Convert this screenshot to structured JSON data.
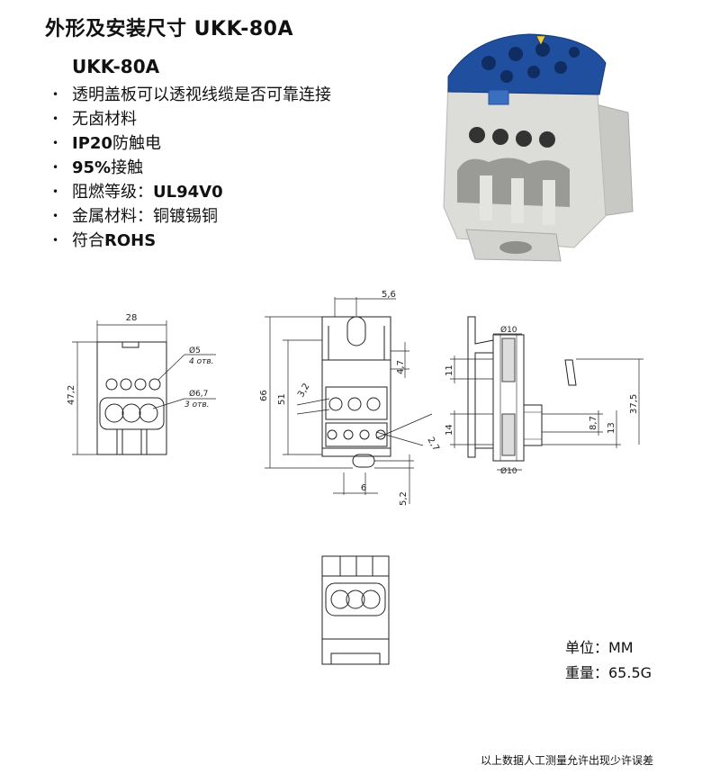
{
  "header": {
    "title": "外形及安装尺寸 UKK-80A"
  },
  "product": {
    "model": "UKK-80A",
    "features": [
      {
        "bold": "",
        "text": "透明盖板可以透视线缆是否可靠连接"
      },
      {
        "bold": "",
        "text": "无卤材料"
      },
      {
        "bold": "IP20",
        "text": "防触电"
      },
      {
        "bold": "95%",
        "text": "接触"
      },
      {
        "bold": "",
        "text": "阻燃等级：",
        "bold_after": "UL94V0"
      },
      {
        "bold": "",
        "text": "金属材料：铜镀锡铜"
      },
      {
        "bold": "",
        "text": "符合",
        "bold_after": "ROHS"
      }
    ]
  },
  "drawing": {
    "front_width": "28",
    "front_height": "47,2",
    "hole_small": "Ø5",
    "hole_small_count": "4 отв.",
    "hole_large": "Ø6,7",
    "hole_large_count": "3 отв.",
    "side_top": "5,6",
    "side_47": "4,7",
    "side_32": "3,2",
    "side_66": "66",
    "side_51": "51",
    "side_27": "2,7",
    "side_6": "6",
    "side_52": "5,2",
    "sec_d10_top": "Ø10",
    "sec_d10_bottom": "Ø10",
    "sec_11": "11",
    "sec_14": "14",
    "sec_87": "8,7",
    "sec_13": "13",
    "sec_375": "37,5"
  },
  "specs": {
    "unit": "单位：MM",
    "weight": "重量：65.5G"
  },
  "footer": {
    "note": "以上数据人工测量允许出现少许误差"
  },
  "colors": {
    "cover_blue": "#1f4f9e",
    "housing_grey": "#d9d9d6"
  }
}
